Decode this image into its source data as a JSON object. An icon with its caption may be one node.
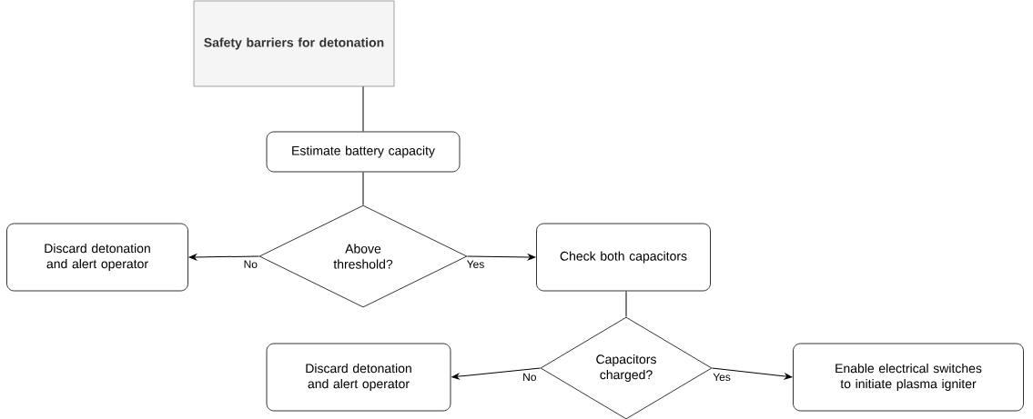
{
  "diagram": {
    "nodes": [
      {
        "text": [
          "Safety barriers for detonation"
        ]
      },
      {
        "text": [
          "Estimate battery capacity"
        ]
      },
      {
        "text": [
          "Above threshold?"
        ]
      },
      {
        "text": [
          "Discard detonation and alert operator"
        ]
      },
      {
        "text": [
          "Check both capacitors"
        ]
      },
      {
        "text": [
          "Capacitors charged?"
        ]
      },
      {
        "text": [
          "Discard detonation and alert operator"
        ]
      },
      {
        "text": [
          "Enable electrical switches to initiate plasma igniter"
        ]
      }
    ],
    "edges": [
      {
        "from": 0,
        "to": 1,
        "arrow": "none"
      },
      {
        "from": 1,
        "to": 2,
        "arrow": "none"
      },
      {
        "from": 2,
        "to": 3,
        "arrow": "to",
        "label": "No"
      },
      {
        "from": 2,
        "to": 4,
        "arrow": "to",
        "label": "Yes"
      },
      {
        "from": 4,
        "to": 5,
        "arrow": "none"
      },
      {
        "from": 5,
        "to": 6,
        "arrow": "to",
        "label": "No"
      },
      {
        "from": 5,
        "to": 7,
        "arrow": "to",
        "label": "Yes"
      }
    ]
  }
}
